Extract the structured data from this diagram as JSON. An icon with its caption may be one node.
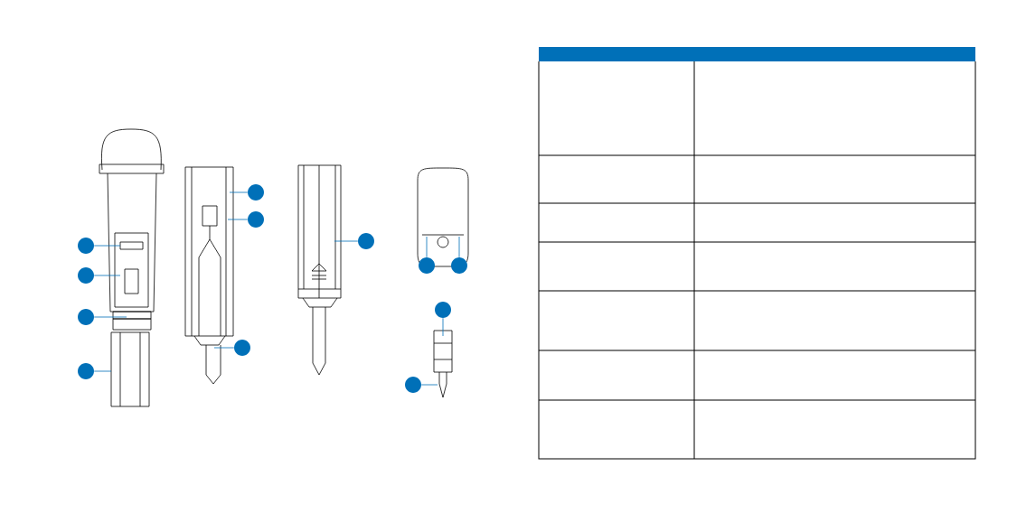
{
  "diagram": {
    "nodes": [
      {
        "text": [],
        "shape": "circle"
      },
      {
        "text": [],
        "shape": "circle"
      },
      {
        "text": [],
        "shape": "circle"
      },
      {
        "text": [],
        "shape": "circle"
      },
      {
        "text": [],
        "shape": "circle"
      },
      {
        "text": [],
        "shape": "circle"
      },
      {
        "text": [],
        "shape": "circle"
      },
      {
        "text": [],
        "shape": "circle"
      },
      {
        "text": [],
        "shape": "circle"
      },
      {
        "text": [],
        "shape": "circle"
      },
      {
        "text": [],
        "shape": "circle"
      },
      {
        "text": [],
        "shape": "circle"
      },
      {
        "text": [],
        "shape": "picture"
      }
    ],
    "edges": [
      {
        "from": 0,
        "to": null,
        "arrow": "none"
      },
      {
        "from": 1,
        "to": null,
        "arrow": "none"
      },
      {
        "from": 2,
        "to": null,
        "arrow": "none"
      },
      {
        "from": 3,
        "to": null,
        "arrow": "none"
      },
      {
        "from": 4,
        "to": 12,
        "arrow": "none"
      },
      {
        "from": 5,
        "to": 12,
        "arrow": "none"
      },
      {
        "from": 6,
        "to": 12,
        "arrow": "none"
      },
      {
        "from": 7,
        "to": null,
        "arrow": "none"
      },
      {
        "from": 8,
        "to": null,
        "arrow": "none"
      },
      {
        "from": 9,
        "to": null,
        "arrow": "none"
      },
      {
        "from": 10,
        "to": null,
        "arrow": "none"
      },
      {
        "from": 11,
        "to": null,
        "arrow": "none"
      }
    ]
  }
}
